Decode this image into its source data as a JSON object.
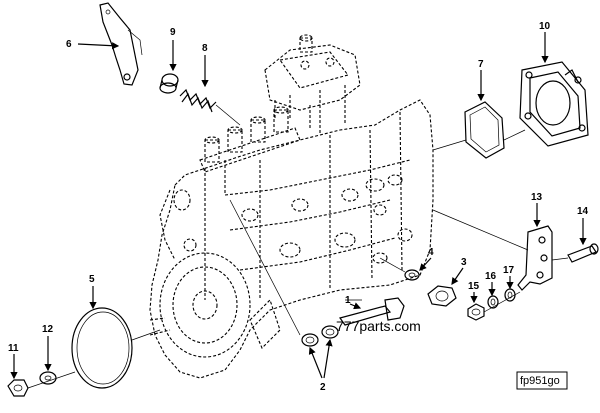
{
  "diagram": {
    "figure_code": "fp951go",
    "watermark": "777parts.com",
    "callouts": [
      {
        "id": "c1",
        "label": "1"
      },
      {
        "id": "c2",
        "label": "2"
      },
      {
        "id": "c3",
        "label": "3"
      },
      {
        "id": "c4",
        "label": "4"
      },
      {
        "id": "c5",
        "label": "5"
      },
      {
        "id": "c6",
        "label": "6"
      },
      {
        "id": "c7",
        "label": "7"
      },
      {
        "id": "c8",
        "label": "8"
      },
      {
        "id": "c9",
        "label": "9"
      },
      {
        "id": "c10",
        "label": "10"
      },
      {
        "id": "c11",
        "label": "11"
      },
      {
        "id": "c12",
        "label": "12"
      },
      {
        "id": "c13",
        "label": "13"
      },
      {
        "id": "c14",
        "label": "14"
      },
      {
        "id": "c15",
        "label": "15"
      },
      {
        "id": "c16",
        "label": "16"
      },
      {
        "id": "c17",
        "label": "17"
      }
    ]
  }
}
